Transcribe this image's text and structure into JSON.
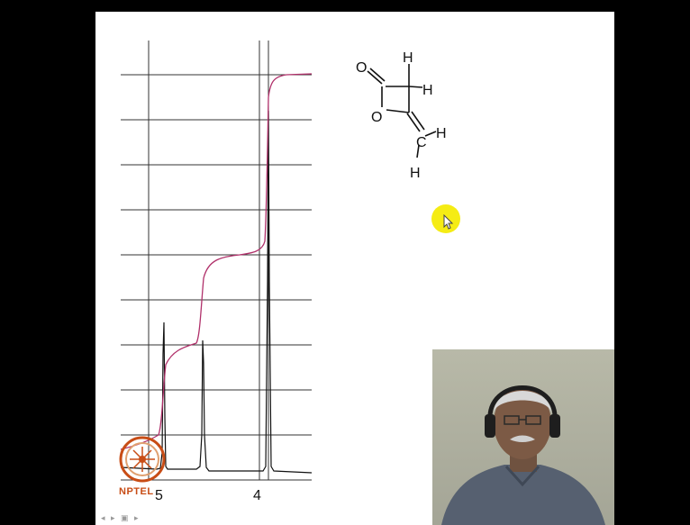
{
  "slide": {
    "axis_tick_4": "4",
    "axis_tick_5": "5",
    "molecule": {
      "atom_o_carbonyl": "O",
      "atom_o_ring": "O",
      "atom_c": "C",
      "atom_h1": "H",
      "atom_h2": "H",
      "atom_h3": "H",
      "atom_h4": "H"
    }
  },
  "branding": {
    "logo_text": "NPTEL"
  },
  "colors": {
    "integral_trace": "#b0306a",
    "spectrum_line": "#111111",
    "pointer_highlight": "#f5ec14",
    "logo_orange": "#c84d16"
  },
  "icons": {
    "pointer": "cursor-arrow-icon",
    "logo": "nptel-logo-icon"
  }
}
